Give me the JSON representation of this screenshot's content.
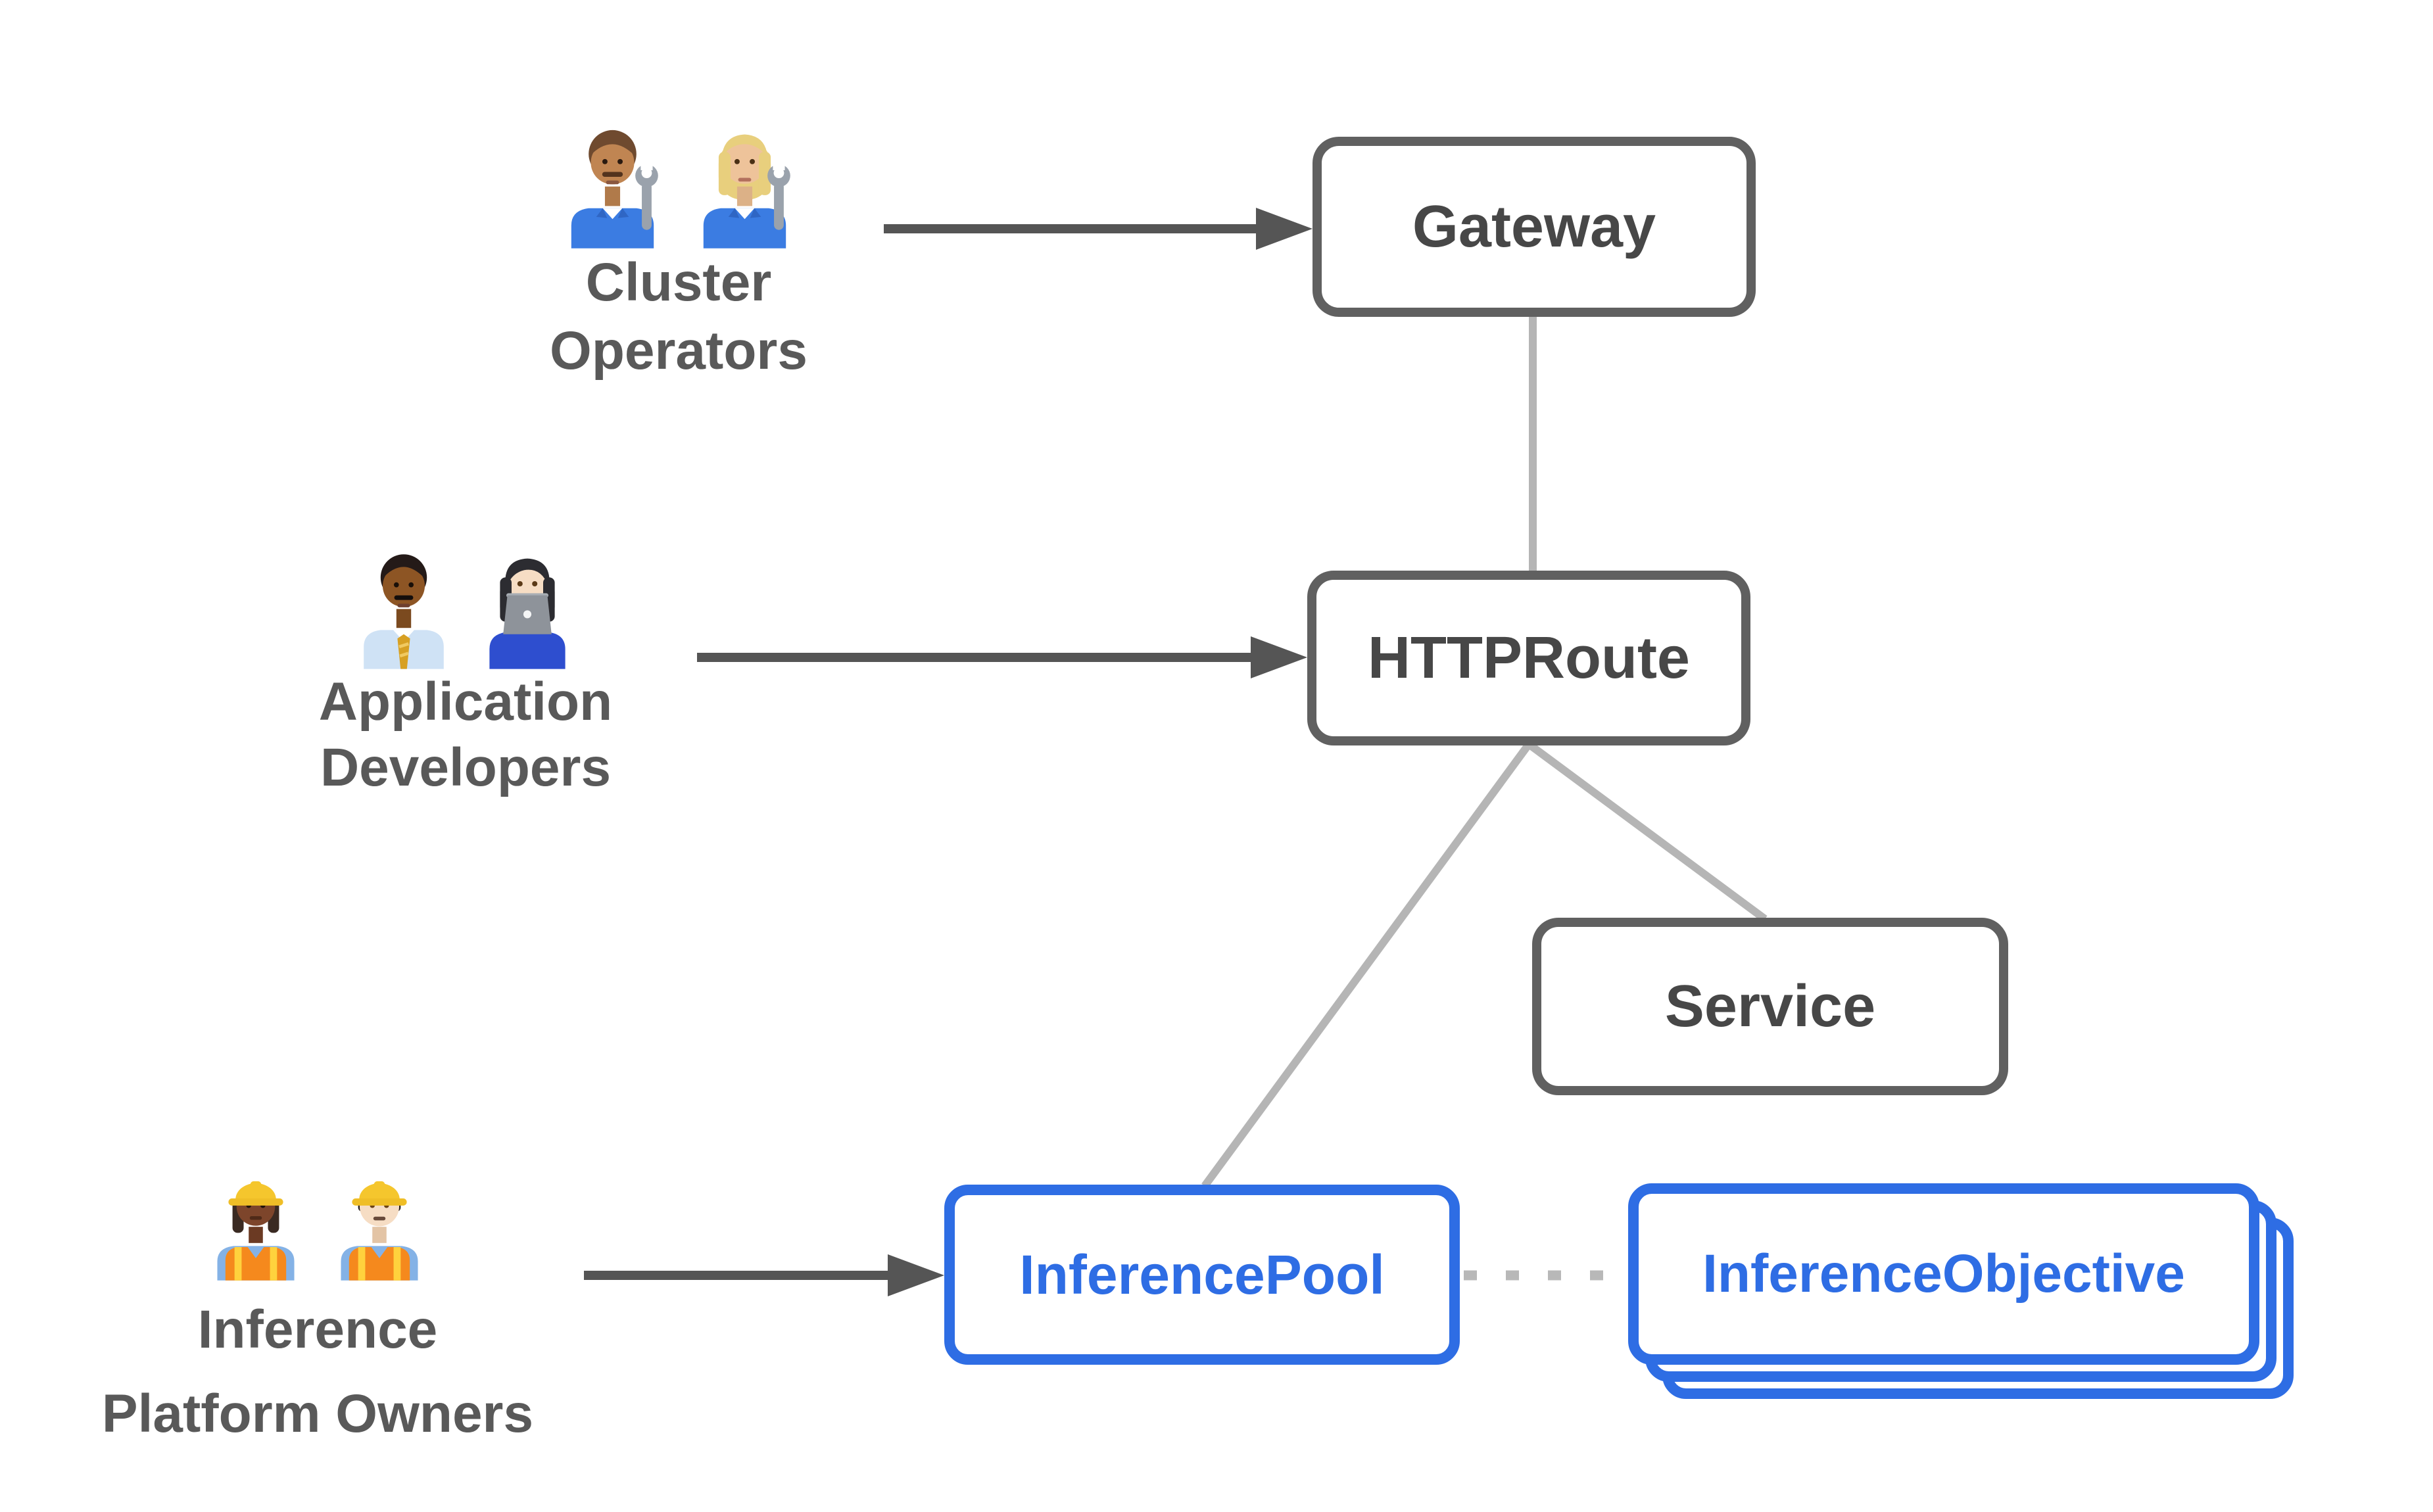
{
  "nodes": {
    "gateway": {
      "label": "Gateway"
    },
    "httproute": {
      "label": "HTTPRoute"
    },
    "service": {
      "label": "Service"
    },
    "inferencepool": {
      "label": "InferencePool"
    },
    "inferenceobjective": {
      "label": "InferenceObjective",
      "stacked_copies": 3
    }
  },
  "personas": {
    "cluster_operators": {
      "name": "Cluster Operators",
      "line1": "Cluster",
      "line2": "Operators",
      "emoji": [
        "👨🏽‍🔧",
        "👩🏼‍🔧"
      ]
    },
    "application_developers": {
      "name": "Application Developers",
      "line1": "Application",
      "line2": "Developers",
      "emoji": [
        "👨🏾‍💼",
        "👩🏻‍💻"
      ]
    },
    "inference_platform_owners": {
      "name": "Inference Platform Owners",
      "line1": "Inference",
      "line2": "Platform Owners",
      "emoji": [
        "👷🏾‍♀️",
        "👷🏻‍♂️"
      ]
    }
  },
  "connectors": [
    {
      "from": "gateway",
      "to": "httproute",
      "style": "solid"
    },
    {
      "from": "httproute",
      "to": "inferencepool",
      "style": "solid"
    },
    {
      "from": "httproute",
      "to": "service",
      "style": "solid"
    },
    {
      "from": "inferencepool",
      "to": "inferenceobjective",
      "style": "dotted"
    }
  ],
  "arrows": [
    {
      "from": "cluster-operators",
      "to": "gateway"
    },
    {
      "from": "application-developers",
      "to": "httproute"
    },
    {
      "from": "inference-platform-owners",
      "to": "inferencepool"
    }
  ],
  "colors": {
    "background": "#ffffff",
    "node_border_gray": "#606060",
    "node_text_gray": "#474747",
    "node_blue": "#2e6de4",
    "persona_label_gray": "#595959",
    "connector_light_gray": "#b5b5b5",
    "arrow_dark_gray": "#555555"
  }
}
